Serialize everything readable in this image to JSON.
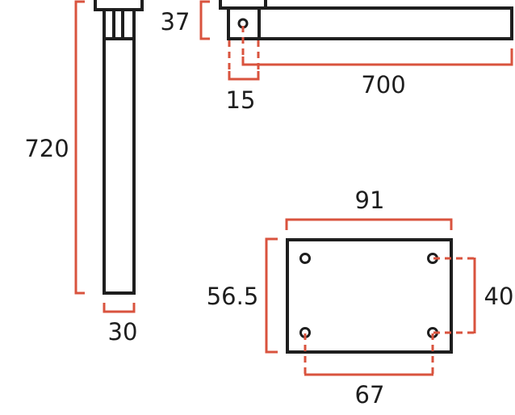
{
  "colors": {
    "outline": "#1e1e1e",
    "dimension": "#d9533e"
  },
  "dimensions": {
    "leg_height": "720",
    "leg_width": "30",
    "arm_height": "37",
    "arm_length": "700",
    "hole_offset": "15",
    "plate_width": "91",
    "plate_height": "56.5",
    "hole_spacing_vertical": "40",
    "hole_spacing_horizontal": "67"
  }
}
